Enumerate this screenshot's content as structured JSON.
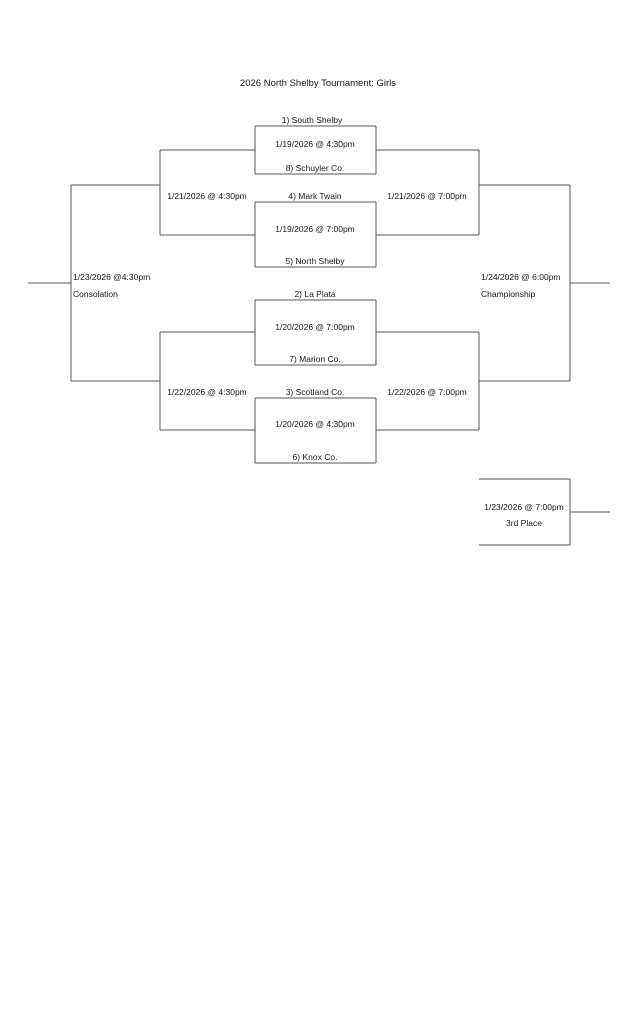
{
  "title": "2026 North Shelby Tournament: Girls",
  "first_round": [
    {
      "top_team": "1) South Shelby",
      "date": "1/19/2026 @ 4:30pm",
      "bottom_team": "8) Schuyler Co."
    },
    {
      "top_team": "4) Mark Twain",
      "date": "1/19/2026 @ 7:00pm",
      "bottom_team": "5) North Shelby"
    },
    {
      "top_team": "2) La Plata",
      "date": "1/20/2026 @ 7:00pm",
      "bottom_team": "7) Marion Co."
    },
    {
      "top_team": "3) Scotland Co.",
      "date": "1/20/2026 @ 4:30pm",
      "bottom_team": "6) Knox Co."
    }
  ],
  "consolation_semis": [
    {
      "date": "1/21/2026 @ 4:30pm"
    },
    {
      "date": "1/22/2026 @ 4:30pm"
    }
  ],
  "winner_semis": [
    {
      "date": "1/21/2026 @ 7:00pm"
    },
    {
      "date": "1/22/2026 @ 7:00pm"
    }
  ],
  "consolation_final": {
    "date": "1/23/2026 @4:30pm",
    "label": "Consolation"
  },
  "championship": {
    "date": "1/24/2026 @ 6:00pm",
    "label": "Championship"
  },
  "third_place": {
    "date": "1/23/2026 @ 7:00pm",
    "label": "3rd Place"
  }
}
